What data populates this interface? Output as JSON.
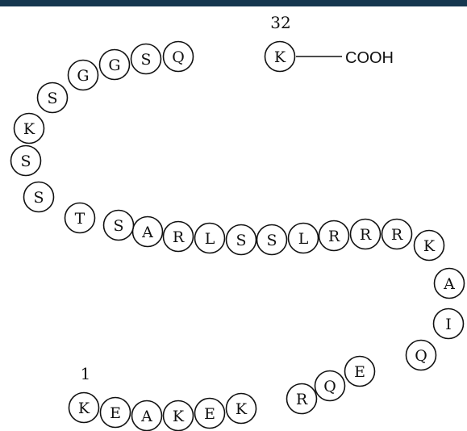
{
  "sequence": [
    "K",
    "E",
    "A",
    "K",
    "E",
    "K",
    "R",
    "Q",
    "E",
    "Q",
    "I",
    "A",
    "K",
    "R",
    "R",
    "R",
    "L",
    "S",
    "S",
    "L",
    "R",
    "A",
    "S",
    "T",
    "S",
    "S",
    "K",
    "S",
    "G",
    "G",
    "S",
    "Q",
    "K"
  ],
  "n_terminus_number": "1",
  "c_terminus_number": "32",
  "c_terminus_group": "COOH"
}
